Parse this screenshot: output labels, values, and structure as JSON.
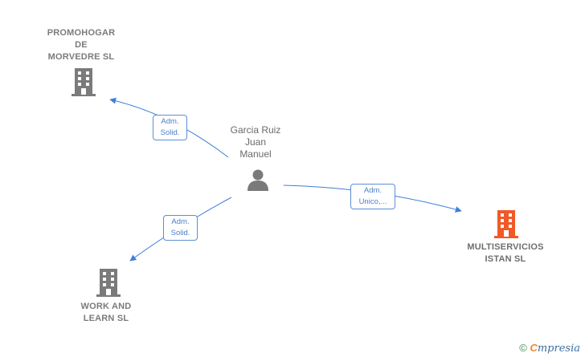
{
  "person": {
    "name": "Garcia Ruiz\nJuan\nManuel",
    "icon": "person-icon"
  },
  "companies": [
    {
      "id": "promohogar",
      "name": "PROMOHOGAR\nDE\nMORVEDRE SL",
      "icon": "building-icon",
      "color": "#777777"
    },
    {
      "id": "work-and-learn",
      "name": "WORK AND\nLEARN SL",
      "icon": "building-icon",
      "color": "#777777"
    },
    {
      "id": "multiservicios",
      "name": "MULTISERVICIOS\nISTAN  SL",
      "icon": "building-icon",
      "color": "#f05a28"
    }
  ],
  "relations": [
    {
      "to": "promohogar",
      "label": "Adm.\nSolid."
    },
    {
      "to": "work-and-learn",
      "label": "Adm.\nSolid."
    },
    {
      "to": "multiservicios",
      "label": "Adm.\nUnico,..."
    }
  ],
  "colors": {
    "edge": "#3d7fd9",
    "label_border": "#5b8fd6",
    "label_text": "#4a7fc9"
  },
  "footer": {
    "copyright": "©",
    "brand_first": "C",
    "brand_rest": "mpresia"
  }
}
